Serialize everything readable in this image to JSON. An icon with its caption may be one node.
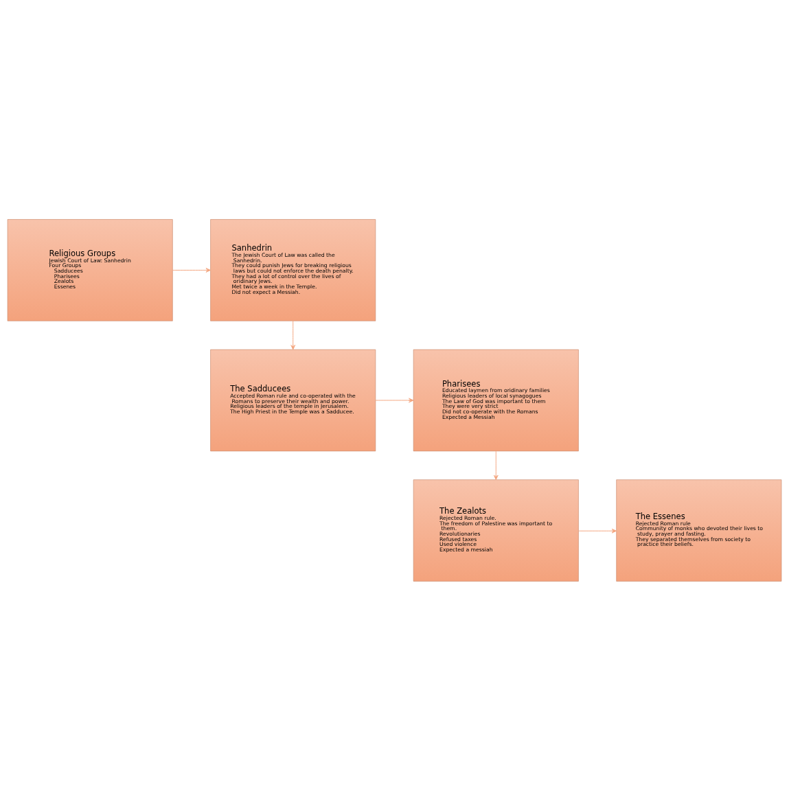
{
  "diagram": {
    "nodes": [
      {
        "text": [
          "Religious Groups",
          "Jewish Court of Law: Sanhedrin",
          "Four Groups",
          "Sadducees",
          "Pharisees",
          "Zealots",
          "Essenes"
        ]
      },
      {
        "text": [
          "Sanhedrin",
          "The Jewish Court of Law was called the Sanhedrin.",
          "They could punish Jews for breaking religious laws but could not enforce the death penalty.",
          "They had a lot of control over the lives of oridinary Jews.",
          "Met twice a week in the Temple.",
          "Did not expect a Messiah."
        ]
      },
      {
        "text": [
          "The Sadducees",
          "Accepted Roman rule and co-operated with the Romans to preserve their wealth and power.",
          "Religious leaders of the temple in Jerusalem.",
          "The High Priest in the Temple was a Sadducee."
        ]
      },
      {
        "text": [
          "Pharisees",
          "Educated laymen from oridinary families",
          "Religious leaders of local synagogues",
          "The Law of God was important to them",
          "They were very strict",
          "Did not co-operate with the Romans",
          "Expected a Messiah"
        ]
      },
      {
        "text": [
          "The Zealots",
          "Rejected Roman rule.",
          "The freedom of Palestine was important to them.",
          "Revolutionaries",
          "Refused taxes",
          "Used violence",
          "Expected a messiah"
        ]
      },
      {
        "text": [
          "The Essenes",
          "Rejected Roman rule",
          "Community of monks who devoted their lives to study, prayer and fasting.",
          "They separated themselves from society to practice their beliefs."
        ]
      }
    ],
    "edges": [
      {
        "from": 0,
        "to": 1,
        "arrow": "to"
      },
      {
        "from": 1,
        "to": 2,
        "arrow": "to"
      },
      {
        "from": 2,
        "to": 3,
        "arrow": "to"
      },
      {
        "from": 3,
        "to": 4,
        "arrow": "to"
      },
      {
        "from": 4,
        "to": 5,
        "arrow": "to"
      }
    ]
  }
}
